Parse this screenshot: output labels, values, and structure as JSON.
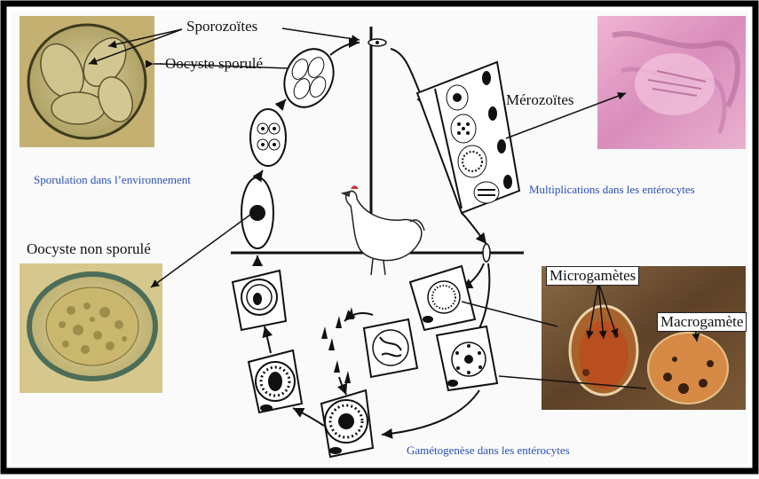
{
  "labels": {
    "sporozoites": "Sporozoïtes",
    "oocyste_sporule": "Oocyste sporulé",
    "oocyste_non_sporule": "Oocyste non sporulé",
    "merozoites": "Mérozoïtes",
    "microgametes": "Microgamètes",
    "macrogamete": "Macrogamète"
  },
  "captions": {
    "sporulation": "Sporulation dans l’environnement",
    "multiplications": "Multiplications dans les entérocytes",
    "gametogenese": "Gamétogenèse dans les entérocytes"
  },
  "colors": {
    "caption": "#2a4fb5",
    "frame": "#000000",
    "photo_sporulated_bg": "#c9b77a",
    "photo_unsporulated_bg": "#d8c98d",
    "photo_histology_bg": "#e6a6c8",
    "photo_gametes_bg": "#7a5a3a"
  }
}
